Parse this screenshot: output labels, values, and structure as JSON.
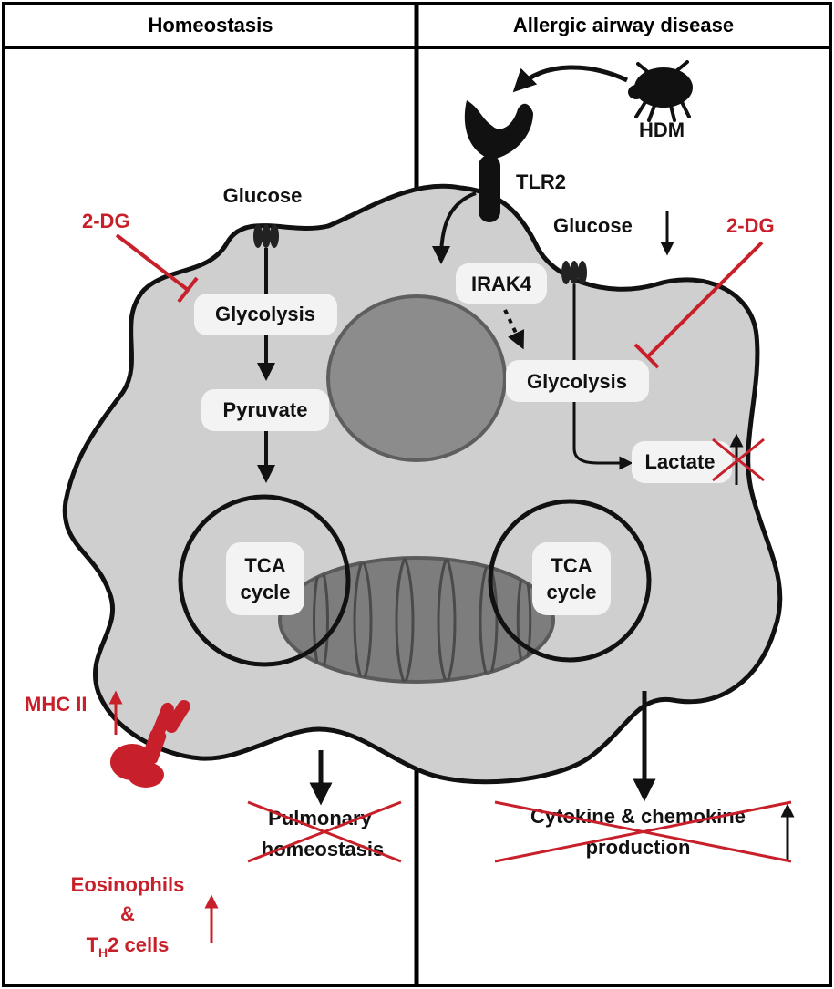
{
  "headers": {
    "left": "Homeostasis",
    "right": "Allergic airway disease"
  },
  "labels": {
    "glucose_left": "Glucose",
    "glucose_right": "Glucose",
    "glycolysis_left": "Glycolysis",
    "glycolysis_right": "Glycolysis",
    "pyruvate": "Pyruvate",
    "tca_left_line1": "TCA",
    "tca_left_line2": "cycle",
    "tca_right_line1": "TCA",
    "tca_right_line2": "cycle",
    "inhibitor_left": "2-DG",
    "inhibitor_right": "2-DG",
    "hdm": "HDM",
    "tlr2": "TLR2",
    "irak4": "IRAK4",
    "lactate": "Lactate",
    "mhc": "MHC II",
    "homeostasis_line1": "Pulmonary",
    "homeostasis_line2": "homeostasis",
    "cytokine_line1": "Cytokine & chemokine",
    "cytokine_line2": "production",
    "eos_line1": "Eosinophils",
    "eos_line2": "&",
    "th2_t": "T",
    "th2_sub": "H",
    "th2_rest": "2 cells"
  },
  "colors": {
    "inhibition_red": "#c8202a",
    "cell_fill": "#cfcfcf",
    "nucleus": "#8c8c8c",
    "mitochondrion": "#7d7d7d",
    "ink": "#111111"
  },
  "icons": [
    "dust-mite-icon",
    "tlr2-receptor-icon",
    "glucose-transporter-icon",
    "mhc-ii-molecule-icon"
  ]
}
